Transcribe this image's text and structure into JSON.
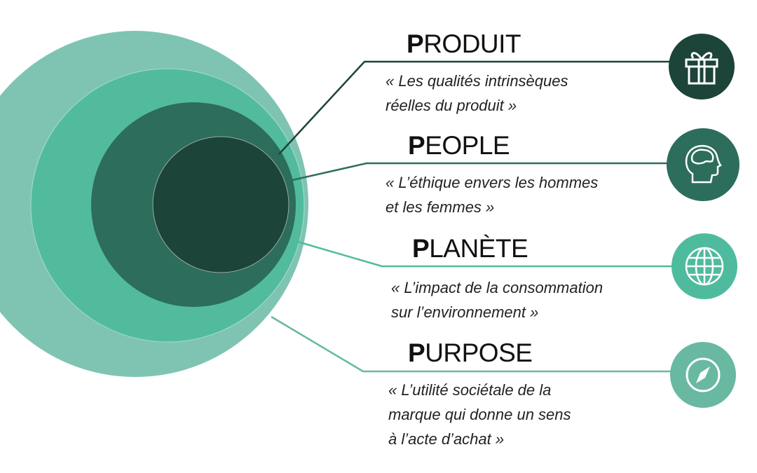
{
  "colors": {
    "darkest": "#1c4438",
    "dark": "#2d6d5c",
    "medium": "#4fbb9e",
    "light": "#7fc4b3"
  },
  "items": [
    {
      "initial": "P",
      "rest": "RODUIT",
      "quote": "« Les qualités intrinsèques\nréelles du produit »",
      "icon": "gift-icon"
    },
    {
      "initial": "P",
      "rest": "EOPLE",
      "quote": "« L’éthique envers les hommes\net les femmes »",
      "icon": "head-brain-icon"
    },
    {
      "initial": "P",
      "rest": "LANÈTE",
      "quote": "« L’impact de la consommation\nsur l’environnement »",
      "icon": "globe-icon"
    },
    {
      "initial": "P",
      "rest": "URPOSE",
      "quote": "« L’utilité sociétale de la\nmarque qui donne un sens\nà l’acte d’achat »",
      "icon": "compass-icon"
    }
  ]
}
